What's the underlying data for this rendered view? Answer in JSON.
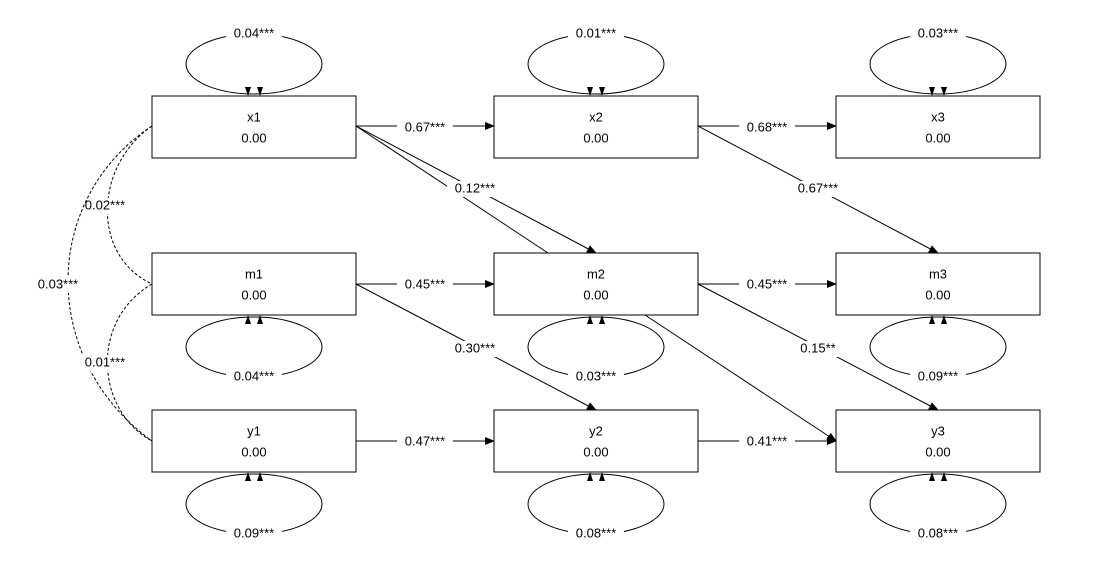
{
  "nodes": [
    {
      "id": "x1",
      "name": "x1",
      "value": "0.00"
    },
    {
      "id": "x2",
      "name": "x2",
      "value": "0.00"
    },
    {
      "id": "x3",
      "name": "x3",
      "value": "0.00"
    },
    {
      "id": "m1",
      "name": "m1",
      "value": "0.00"
    },
    {
      "id": "m2",
      "name": "m2",
      "value": "0.00"
    },
    {
      "id": "m3",
      "name": "m3",
      "value": "0.00"
    },
    {
      "id": "y1",
      "name": "y1",
      "value": "0.00"
    },
    {
      "id": "y2",
      "name": "y2",
      "value": "0.00"
    },
    {
      "id": "y3",
      "name": "y3",
      "value": "0.00"
    }
  ],
  "variances": [
    {
      "node": "x1",
      "label": "0.04***"
    },
    {
      "node": "x2",
      "label": "0.01***"
    },
    {
      "node": "x3",
      "label": "0.03***"
    },
    {
      "node": "m1",
      "label": "0.04***"
    },
    {
      "node": "m2",
      "label": "0.03***"
    },
    {
      "node": "m3",
      "label": "0.09***"
    },
    {
      "node": "y1",
      "label": "0.09***"
    },
    {
      "node": "y2",
      "label": "0.08***"
    },
    {
      "node": "y3",
      "label": "0.08***"
    }
  ],
  "paths": [
    {
      "from": "x1",
      "to": "x2",
      "label": "0.67***"
    },
    {
      "from": "x2",
      "to": "x3",
      "label": "0.68***"
    },
    {
      "from": "x1",
      "to": "m2",
      "label": "0.12***"
    },
    {
      "from": "x2",
      "to": "m3",
      "label": "0.67***"
    },
    {
      "from": "m1",
      "to": "m2",
      "label": "0.45***"
    },
    {
      "from": "m2",
      "to": "m3",
      "label": "0.45***"
    },
    {
      "from": "m1",
      "to": "y2",
      "label": "0.30***"
    },
    {
      "from": "m2",
      "to": "y3",
      "label": "0.15**"
    },
    {
      "from": "y1",
      "to": "y2",
      "label": "0.47***"
    },
    {
      "from": "y2",
      "to": "y3",
      "label": "0.41***"
    }
  ],
  "covariances": [
    {
      "from": "x1",
      "to": "m1",
      "label": "0.02***"
    },
    {
      "from": "x1",
      "to": "y1",
      "label": "0.03***"
    },
    {
      "from": "m1",
      "to": "y1",
      "label": "0.01***"
    }
  ]
}
